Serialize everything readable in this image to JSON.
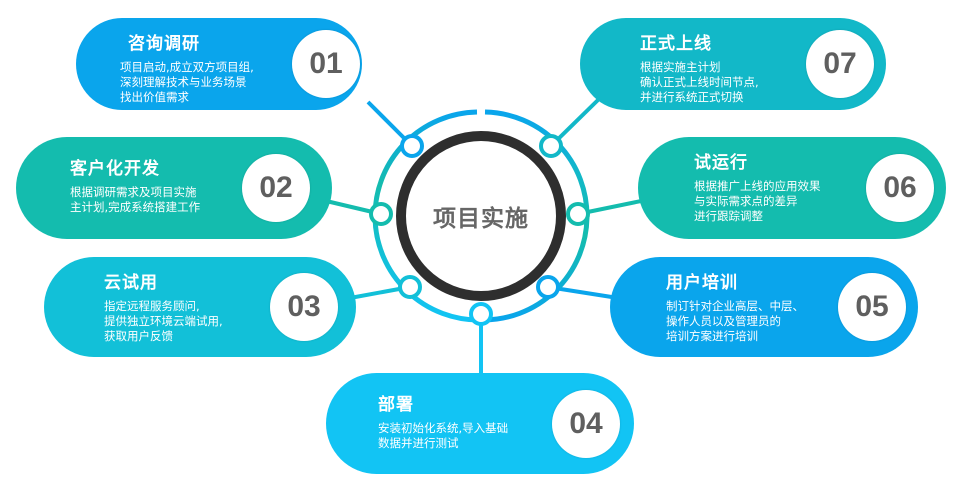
{
  "hub": {
    "label": "项目实施",
    "ring_color": "#2e2e2e"
  },
  "steps": [
    {
      "number": "01",
      "title": "咨询调研",
      "lines": [
        "项目启动,成立双方项目组,",
        "深刻理解技术与业务场景",
        "找出价值需求"
      ],
      "color": "#0aa5ec"
    },
    {
      "number": "02",
      "title": "客户化开发",
      "lines": [
        "根据调研需求及项目实施",
        "主计划,完成系统搭建工作"
      ],
      "color": "#14bcae"
    },
    {
      "number": "03",
      "title": "云试用",
      "lines": [
        "指定远程服务顾问,",
        "提供独立环境云端试用,",
        "获取用户反馈"
      ],
      "color": "#12c0d8"
    },
    {
      "number": "04",
      "title": "部署",
      "lines": [
        "安装初始化系统,导入基础",
        "数据并进行测试"
      ],
      "color": "#12c4f4"
    },
    {
      "number": "05",
      "title": "用户培训",
      "lines": [
        "制订针对企业高层、中层、",
        "操作人员以及管理员的",
        "培训方案进行培训"
      ],
      "color": "#0aa5ec"
    },
    {
      "number": "06",
      "title": "试运行",
      "lines": [
        "根据推广上线的应用效果",
        "与实际需求点的差异",
        "进行跟踪调整"
      ],
      "color": "#14bcae"
    },
    {
      "number": "07",
      "title": "正式上线",
      "lines": [
        "根据实施主计划",
        "确认正式上线时间节点,",
        "并进行系统正式切换"
      ],
      "color": "#12b8c8"
    }
  ]
}
